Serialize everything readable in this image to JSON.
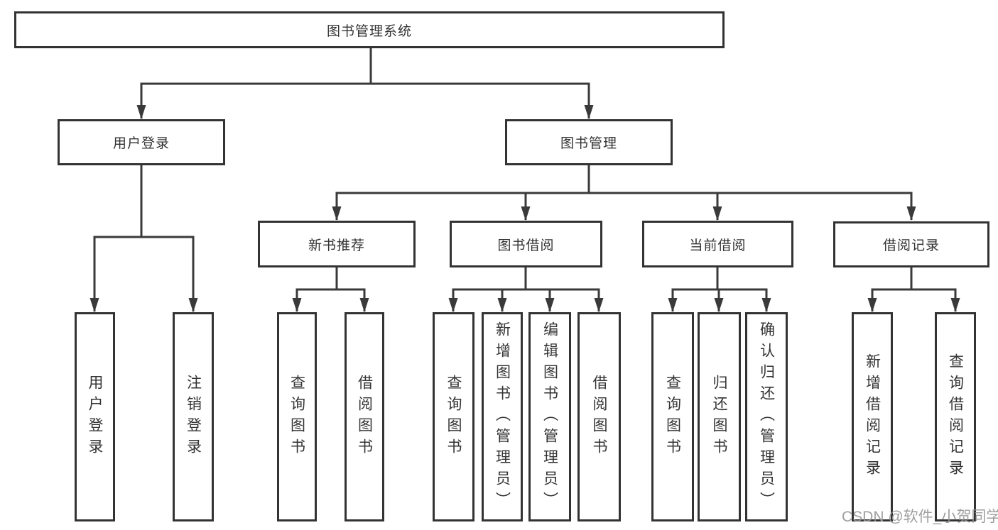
{
  "diagram": {
    "tree": {
      "label": "图书管理系统",
      "children": [
        {
          "label": "用户登录",
          "children": [
            {
              "label": "用户登录"
            },
            {
              "label": "注销登录"
            }
          ]
        },
        {
          "label": "图书管理",
          "children": [
            {
              "label": "新书推荐",
              "children": [
                {
                  "label": "查询图书"
                },
                {
                  "label": "借阅图书"
                }
              ]
            },
            {
              "label": "图书借阅",
              "children": [
                {
                  "label": "查询图书"
                },
                {
                  "label": "新增图书（管理员）"
                },
                {
                  "label": "编辑图书（管理员）"
                },
                {
                  "label": "借阅图书"
                }
              ]
            },
            {
              "label": "当前借阅",
              "children": [
                {
                  "label": "查询图书"
                },
                {
                  "label": "归还图书"
                },
                {
                  "label": "确认归还（管理员）"
                }
              ]
            },
            {
              "label": "借阅记录",
              "children": [
                {
                  "label": "新增借阅记录"
                },
                {
                  "label": "查询借阅记录"
                }
              ]
            }
          ]
        }
      ]
    },
    "colors": {
      "line": "#3a3a3a",
      "box_border": "#333333",
      "text": "#333333",
      "background": "#ffffff",
      "watermark": "#969696"
    }
  },
  "watermark": {
    "text": "CSDN @软件_小贺同学"
  }
}
